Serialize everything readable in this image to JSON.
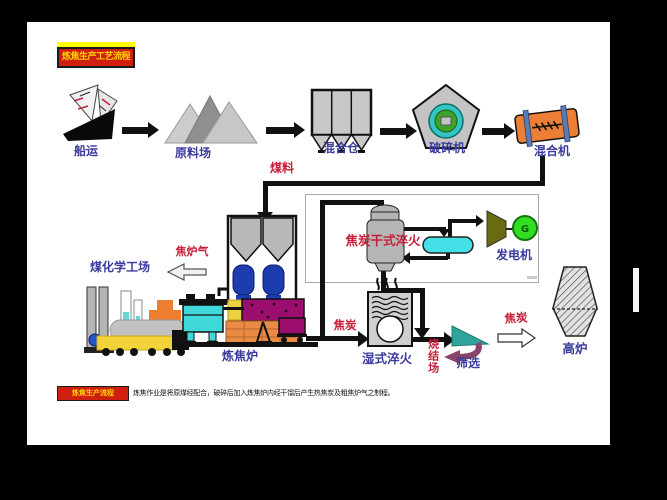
{
  "title_badge": {
    "label": "炼焦生产工艺流程"
  },
  "process": {
    "ship": "船运",
    "raw_yard": "原料场",
    "mix_bin": "混合仓",
    "crusher": "破碎机",
    "mixer": "混合机",
    "coal_chem_plant": "煤化学工场",
    "coke_oven": "炼焦炉",
    "dry_quench": "焦炭干式淬火",
    "generator": "发电机",
    "wet_quench": "湿式淬火",
    "sinter_yard": "烧结场",
    "screening": "筛选",
    "blast_furnace": "高炉"
  },
  "materials": {
    "coal": "煤料",
    "oven_gas": "焦炉气",
    "coke_to_wet": "焦炭",
    "coke_to_furnace": "焦炭"
  },
  "generator_symbol": "G",
  "footnote": {
    "badge": "炼焦生产流程",
    "text": "炼焦作业是将原煤经配合，破碎后加入炼焦炉内经干馏后产生热焦炭及粗焦炉气之制程。"
  },
  "colors": {
    "label_blue": "#3b3b9c",
    "label_red": "#c5203a",
    "badge_red": "#cf1f10",
    "badge_yellow": "#ffd400",
    "mixer_orange": "#ec7f35",
    "oven_brick_orange": "#e98a45",
    "coke_magenta": "#9c0e6e",
    "tank_blue": "#1d3cae",
    "machine_cyan": "#3fd9d9",
    "boiler_cyan": "#44e0e8",
    "screen_teal": "#2fa39a",
    "generator_green": "#33dd22",
    "turbine_olive": "#6a6a10",
    "truck_yellow": "#f2d43a",
    "vessel_gray": "#b5b5b5"
  }
}
